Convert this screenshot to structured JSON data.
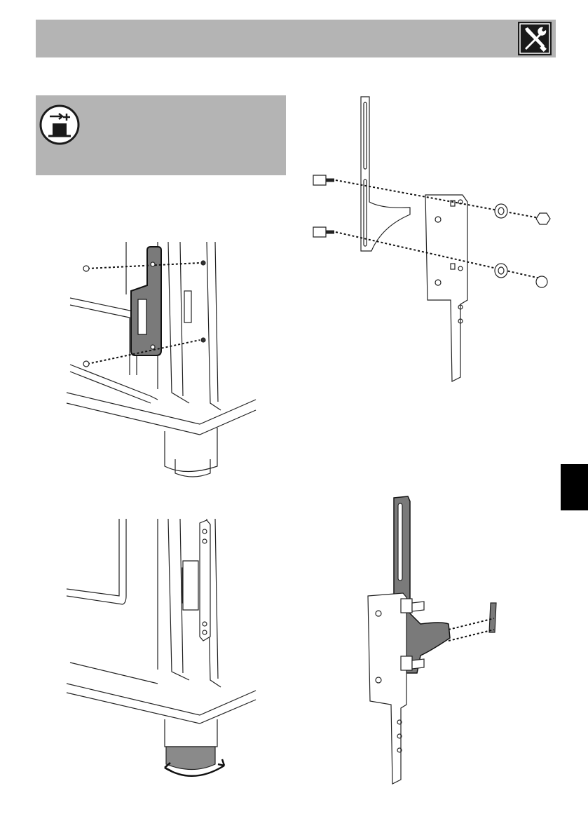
{
  "header": {
    "icon": "tools-icon"
  },
  "notice": {
    "icon": "installer-icon"
  },
  "colors": {
    "header_gray": "#b4b4b4",
    "badge_dark": "#1a1a1a",
    "part_highlight": "#7a7a7a",
    "tab_black": "#000000"
  },
  "figures": [
    {
      "id": "fig1",
      "depicts": "bracket-screwed-to-cabinet-back"
    },
    {
      "id": "fig2",
      "depicts": "bracket-bolt-assembly-exploded"
    },
    {
      "id": "fig3",
      "depicts": "adjustable-foot-rotation"
    },
    {
      "id": "fig4",
      "depicts": "assembled-bracket-wall-fixing"
    }
  ]
}
